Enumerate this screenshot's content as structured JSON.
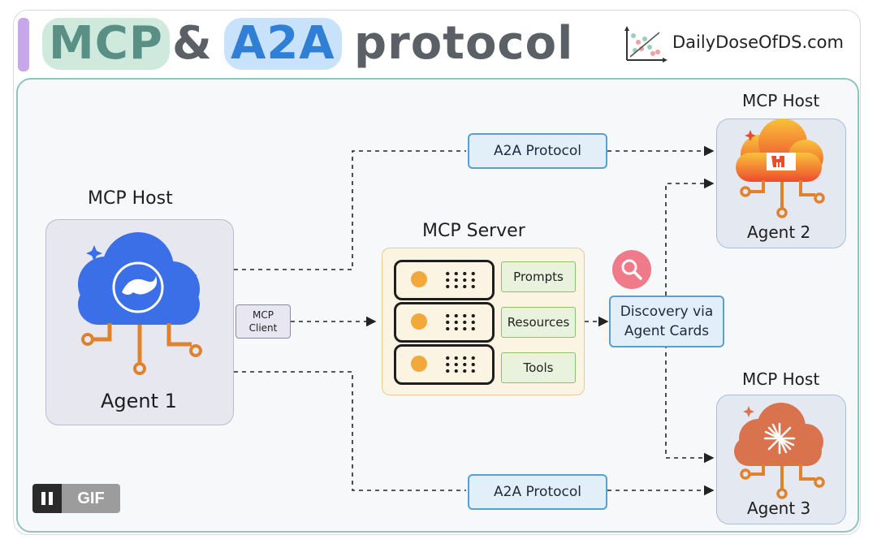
{
  "title": {
    "mcp": "MCP",
    "amp": "&",
    "a2a": "A2A",
    "protocol": "protocol"
  },
  "brand": {
    "text": "DailyDoseOfDS.com"
  },
  "agent1": {
    "host_label": "MCP Host",
    "name": "Agent 1"
  },
  "agent2": {
    "host_label": "MCP Host",
    "name": "Agent 2"
  },
  "agent3": {
    "host_label": "MCP Host",
    "name": "Agent 3"
  },
  "mcp_client": {
    "line1": "MCP",
    "line2": "Client"
  },
  "server": {
    "title": "MCP Server",
    "tags": [
      "Prompts",
      "Resources",
      "Tools"
    ]
  },
  "a2a_top": "A2A Protocol",
  "a2a_bottom": "A2A Protocol",
  "discovery": {
    "line1": "Discovery via",
    "line2": "Agent Cards"
  },
  "gif_badge": "GIF",
  "colors": {
    "mcp_green": "#5a8f86",
    "a2a_blue": "#2f7fd6",
    "agent1_cloud": "#3b6fe8",
    "agent2_cloud": "#f2a93b",
    "agent3_cloud": "#d9734e",
    "connector_orange": "#e0812e",
    "search_pink": "#ee7a8a"
  }
}
